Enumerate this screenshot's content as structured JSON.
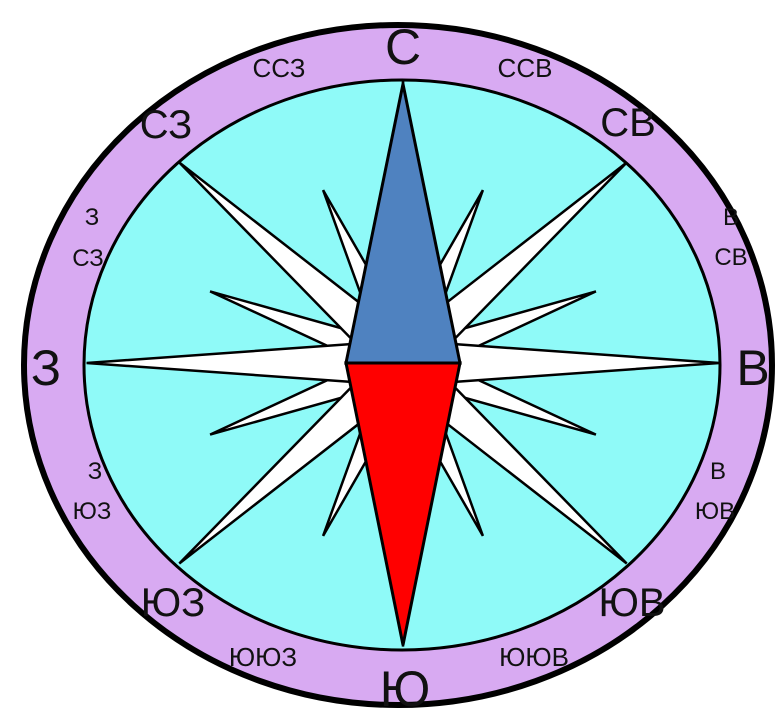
{
  "colors": {
    "outer_ring": "#d8aaf2",
    "inner_disc": "#8ffaf8",
    "rays": "#ffffff",
    "outline": "#000000",
    "needle_north": "#4f82c0",
    "needle_south": "#ff0000",
    "background": "#ffffff"
  },
  "labels": {
    "n": "С",
    "s": "Ю",
    "e": "В",
    "w": "З",
    "ne": "СВ",
    "nw": "СЗ",
    "se": "ЮВ",
    "sw": "ЮЗ",
    "nne": "ССВ",
    "nnw": "ССЗ",
    "sse": "ЮЮВ",
    "ssw": "ЮЮЗ",
    "ene_top": "В",
    "ene_bottom": "СВ",
    "wnw_top": "З",
    "wnw_bottom": "СЗ",
    "ese_top": "В",
    "ese_bottom": "ЮВ",
    "wsw_top": "З",
    "wsw_bottom": "ЮЗ"
  }
}
